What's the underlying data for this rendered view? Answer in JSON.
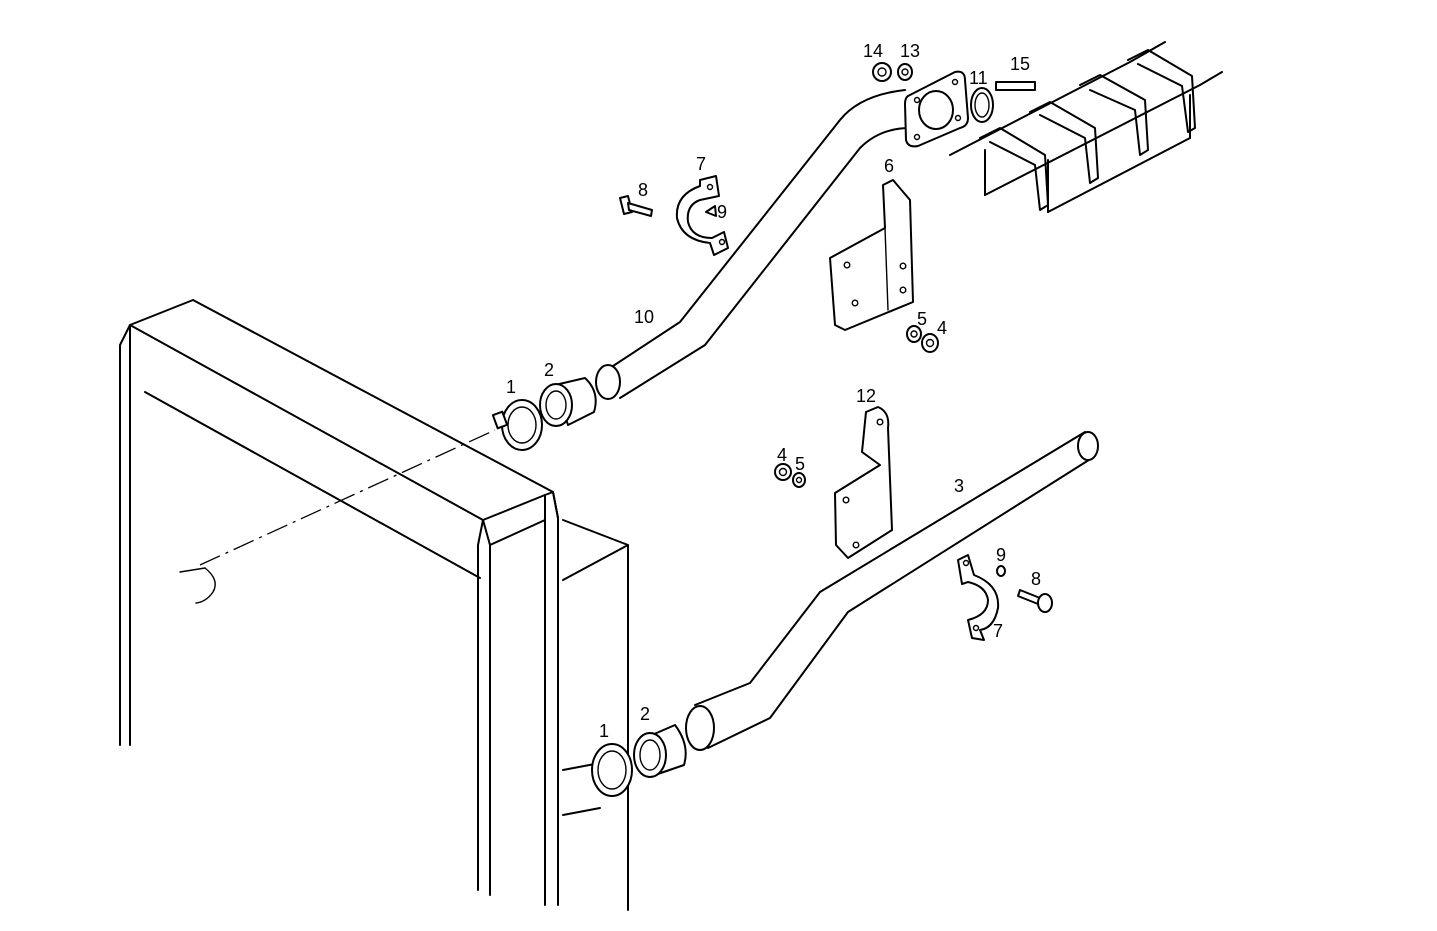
{
  "colors": {
    "line": "#000000",
    "background": "#ffffff"
  },
  "callouts": [
    {
      "id": "c14",
      "text": "14",
      "part": "nut"
    },
    {
      "id": "c13",
      "text": "13",
      "part": "washer"
    },
    {
      "id": "c11",
      "text": "11",
      "part": "gasket-ring"
    },
    {
      "id": "c15",
      "text": "15",
      "part": "stud"
    },
    {
      "id": "c7a",
      "text": "7",
      "part": "pipe-clamp"
    },
    {
      "id": "c8a",
      "text": "8",
      "part": "bolt"
    },
    {
      "id": "c9a",
      "text": "9",
      "part": "washer"
    },
    {
      "id": "c6",
      "text": "6",
      "part": "mounting-bracket"
    },
    {
      "id": "c10",
      "text": "10",
      "part": "upper-pipe"
    },
    {
      "id": "c5a",
      "text": "5",
      "part": "washer"
    },
    {
      "id": "c4a",
      "text": "4",
      "part": "nut"
    },
    {
      "id": "c1a",
      "text": "1",
      "part": "hose-clamp"
    },
    {
      "id": "c2a",
      "text": "2",
      "part": "hose-sleeve"
    },
    {
      "id": "c12",
      "text": "12",
      "part": "mounting-bracket"
    },
    {
      "id": "c4b",
      "text": "4",
      "part": "nut"
    },
    {
      "id": "c5b",
      "text": "5",
      "part": "washer"
    },
    {
      "id": "c3",
      "text": "3",
      "part": "lower-pipe"
    },
    {
      "id": "c9b",
      "text": "9",
      "part": "washer"
    },
    {
      "id": "c8b",
      "text": "8",
      "part": "bolt"
    },
    {
      "id": "c7b",
      "text": "7",
      "part": "pipe-clamp"
    },
    {
      "id": "c2b",
      "text": "2",
      "part": "hose-sleeve"
    },
    {
      "id": "c1b",
      "text": "1",
      "part": "hose-clamp"
    }
  ]
}
